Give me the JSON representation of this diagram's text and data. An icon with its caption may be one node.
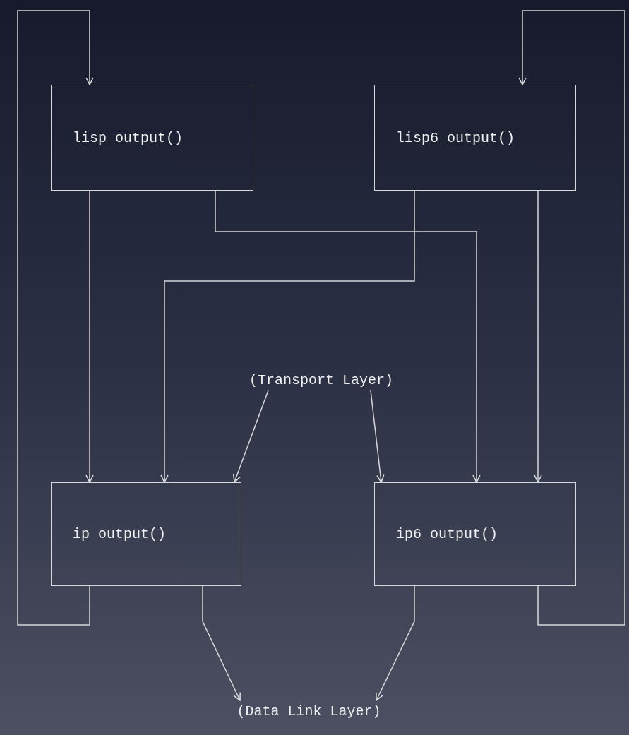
{
  "diagram": {
    "nodes": [
      {
        "text": [
          "lisp_output()"
        ]
      },
      {
        "text": [
          "lisp6_output()"
        ]
      },
      {
        "text": [
          "(Transport Layer)"
        ]
      },
      {
        "text": [
          "ip_output()"
        ]
      },
      {
        "text": [
          "ip6_output()"
        ]
      },
      {
        "text": [
          "(Data Link Layer)"
        ]
      }
    ],
    "edges": [
      {
        "from": 3,
        "to": 0,
        "arrow": "to"
      },
      {
        "from": 4,
        "to": 1,
        "arrow": "to"
      },
      {
        "from": 0,
        "to": 3,
        "arrow": "to"
      },
      {
        "from": 0,
        "to": 4,
        "arrow": "to"
      },
      {
        "from": 1,
        "to": 3,
        "arrow": "to"
      },
      {
        "from": 1,
        "to": 4,
        "arrow": "to"
      },
      {
        "from": 2,
        "to": 3,
        "arrow": "to"
      },
      {
        "from": 2,
        "to": 4,
        "arrow": "to"
      },
      {
        "from": 3,
        "to": 5,
        "arrow": "to"
      },
      {
        "from": 4,
        "to": 5,
        "arrow": "to"
      }
    ]
  }
}
